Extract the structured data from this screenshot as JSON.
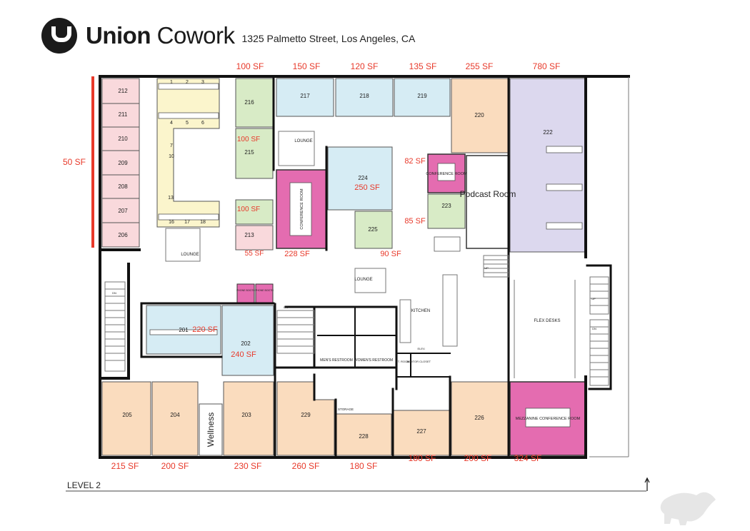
{
  "header": {
    "brand_bold": "Union",
    "brand_light": " Cowork",
    "address": "1325 Palmetto Street, Los Angeles, CA"
  },
  "footer": {
    "level": "LEVEL 2"
  },
  "colors": {
    "pink": "#f9d9dc",
    "yellow": "#fbf5cc",
    "green": "#d8ebc6",
    "blue": "#d6ecf4",
    "orange": "#fadcbe",
    "purple": "#dcd8ee",
    "magenta": "#e46cb0",
    "accent": "#e8392a",
    "wall": "#111111"
  },
  "rooms": [
    {
      "name": "212"
    },
    {
      "name": "211"
    },
    {
      "name": "210"
    },
    {
      "name": "209"
    },
    {
      "name": "208"
    },
    {
      "name": "207"
    },
    {
      "name": "206"
    },
    {
      "name": "216"
    },
    {
      "name": "215"
    },
    {
      "name": "213"
    },
    {
      "name": "217"
    },
    {
      "name": "218"
    },
    {
      "name": "219"
    },
    {
      "name": "220"
    },
    {
      "name": "222"
    },
    {
      "name": "224"
    },
    {
      "name": "225"
    },
    {
      "name": "223"
    },
    {
      "name": "201"
    },
    {
      "name": "202"
    },
    {
      "name": "205"
    },
    {
      "name": "204"
    },
    {
      "name": "203"
    },
    {
      "name": "229"
    },
    {
      "name": "228"
    },
    {
      "name": "227"
    },
    {
      "name": "226"
    }
  ],
  "desks": [
    "1",
    "2",
    "3",
    "4",
    "5",
    "6",
    "7",
    "10",
    "13",
    "16",
    "17",
    "18"
  ],
  "areas": {
    "conference_room": "CONFERENCE ROOM",
    "conference_room_small": "CONFERENCE ROOM",
    "podcast_room": "Podcast Room",
    "mezzanine": "MEZZANINE CONFERENCE ROOM",
    "flex_desks": "FLEX DESKS",
    "kitchen": "KITCHEN",
    "lounge": "LOUNGE",
    "mens_restroom": "MEN'S RESTROOM",
    "womens_restroom": "WOMEN'S RESTROOM",
    "wellness": "Wellness",
    "storage": "STORAGE",
    "phone_booth": "PHONE BOOTH",
    "janitor_closet": "JANITOR CLOSET",
    "it_room": "I.T. ROOM",
    "elev": "ELEV.",
    "up": "UP",
    "dn": "DN"
  },
  "sf_labels": {
    "top_216": "100 SF",
    "top_217": "150 SF",
    "top_218": "120 SF",
    "top_219": "135 SF",
    "top_220": "255 SF",
    "top_222": "780 SF",
    "left_offices": "50 SF",
    "r215a": "100 SF",
    "r215b": "100 SF",
    "r213": "55 SF",
    "conf": "228 SF",
    "r224": "250 SF",
    "r225": "90 SF",
    "r_conf_small": "82 SF",
    "r223": "85 SF",
    "r201": "220 SF",
    "r202": "240 SF",
    "bottom_205": "215 SF",
    "bottom_204": "200 SF",
    "bottom_203": "230 SF",
    "bottom_229": "260 SF",
    "bottom_228": "180 SF",
    "bottom_227": "180 SF",
    "bottom_226": "200 SF",
    "bottom_mezz": "324 SF"
  }
}
